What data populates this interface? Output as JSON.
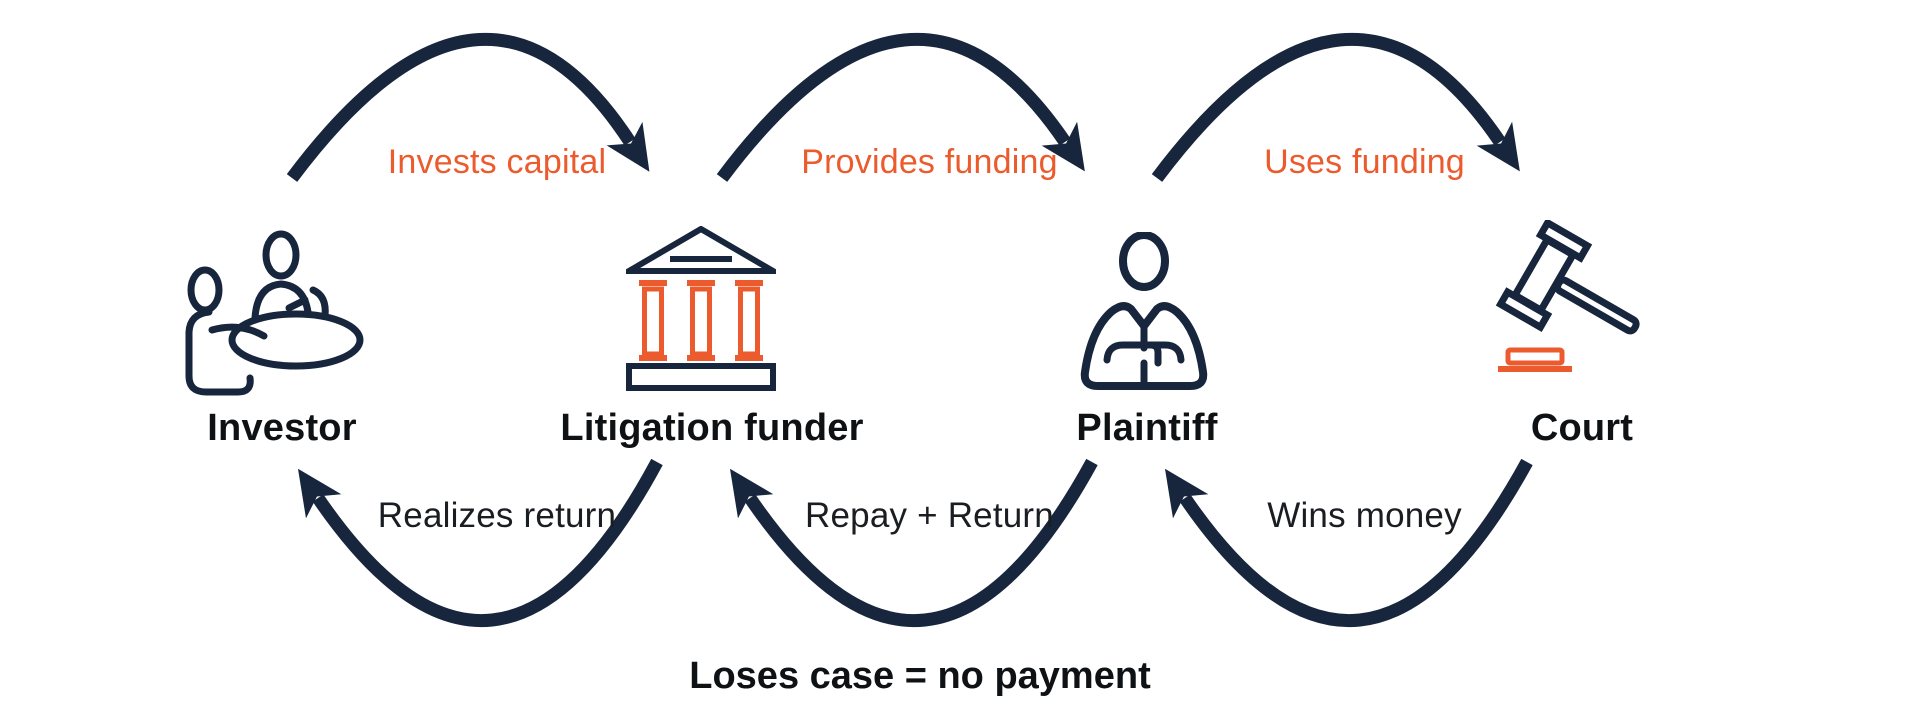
{
  "colors": {
    "navy": "#17263C",
    "orange": "#EB5B2E",
    "text_dark": "#0F1215"
  },
  "nodes": [
    {
      "label": "Investor",
      "icon": "investors-meeting-icon"
    },
    {
      "label": "Litigation funder",
      "icon": "bank-building-icon"
    },
    {
      "label": "Plaintiff",
      "icon": "person-suit-icon"
    },
    {
      "label": "Court",
      "icon": "gavel-icon"
    }
  ],
  "top_flows": [
    {
      "from": "Investor",
      "to": "Litigation funder",
      "label": "Invests capital"
    },
    {
      "from": "Litigation funder",
      "to": "Plaintiff",
      "label": "Provides funding"
    },
    {
      "from": "Plaintiff",
      "to": "Court",
      "label": "Uses funding"
    }
  ],
  "bottom_flows": [
    {
      "from": "Litigation funder",
      "to": "Investor",
      "label": "Realizes return"
    },
    {
      "from": "Plaintiff",
      "to": "Litigation funder",
      "label": "Repay + Return"
    },
    {
      "from": "Court",
      "to": "Plaintiff",
      "label": "Wins money"
    }
  ],
  "caption": "Loses case = no payment"
}
